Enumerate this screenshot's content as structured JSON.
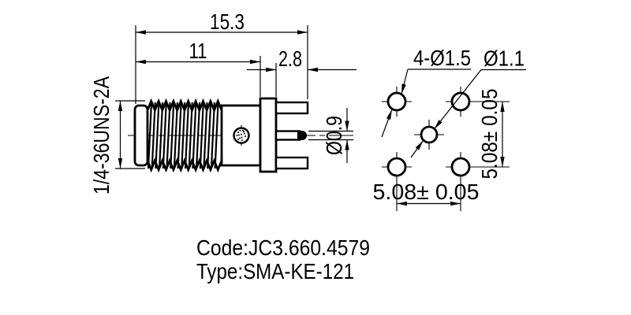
{
  "side_view": {
    "thread_spec": "1/4-36UNS-2A",
    "total_length": "15.3",
    "body_length": "11",
    "leg_length": "2.8",
    "center_pin_diameter": "Ø0.9"
  },
  "hole_pattern": {
    "mounting_holes_label": "4-Ø1.5",
    "center_hole_label": "Ø1.1",
    "hole_spacing_horizontal": "5.08± 0.05",
    "hole_spacing_vertical": "5.08± 0.05"
  },
  "footer": {
    "code": "Code:JC3.660.4579",
    "type": "Type:SMA-KE-121"
  },
  "colors": {
    "line": "#000000",
    "background": "#ffffff"
  }
}
